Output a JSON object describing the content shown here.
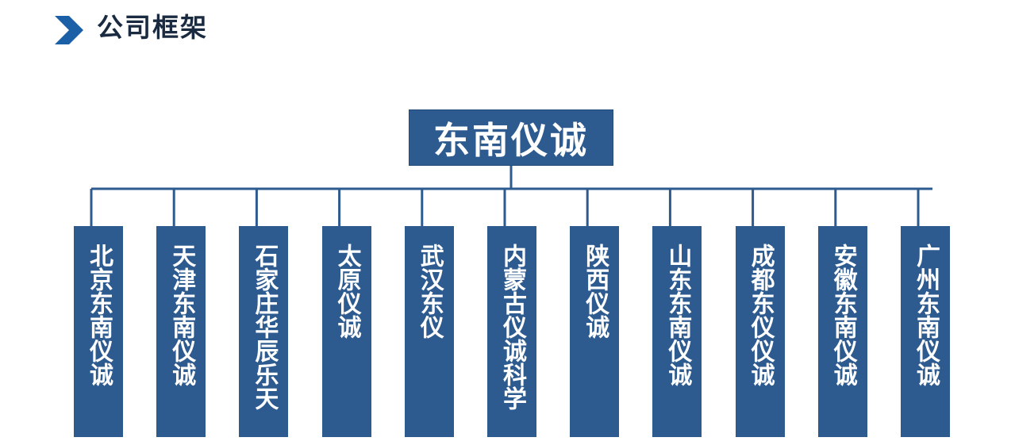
{
  "header": {
    "title": "公司框架",
    "icon": "chevron-right-icon",
    "accent_color": "#1b5fa6"
  },
  "org_chart": {
    "root": "东南仪诚",
    "box_color": "#2e5b8f",
    "line_color": "#2e5b8f",
    "branches": [
      "北京东南仪诚",
      "天津东南仪诚",
      "石家庄华辰乐天",
      "太原仪诚",
      "武汉东仪",
      "内蒙古仪诚科学",
      "陕西仪诚",
      "山东东南仪诚",
      "成都东仪仪诚",
      "安徽东南仪诚",
      "广州东南仪诚"
    ]
  }
}
